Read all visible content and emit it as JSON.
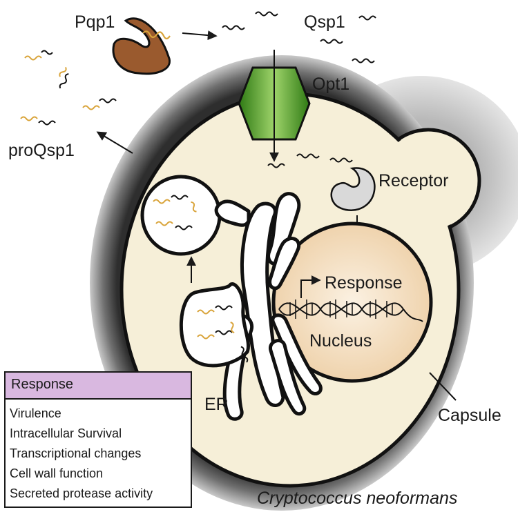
{
  "labels": {
    "pqp1": "Pqp1",
    "qsp1": "Qsp1",
    "opt1": "Opt1",
    "proqsp1": "proQsp1",
    "receptor": "Receptor",
    "response": "Response",
    "nucleus": "Nucleus",
    "er": "ER",
    "capsule": "Capsule",
    "species": "Cryptococcus neoformans"
  },
  "response_box": {
    "title": "Response",
    "items": [
      "Virulence",
      "Intracellular Survival",
      "Transcriptional changes",
      "Cell wall function",
      "Secreted protease activity"
    ]
  },
  "colors": {
    "capsule": "#4a4a4a",
    "bud_halo": "#c4c4c4",
    "cytoplasm": "#f6efd8",
    "nucleus": "#f3dfc4",
    "transporter": "#3c8c1e",
    "protease": "#9a5a2e",
    "receptor": "#d9d9d9",
    "peptide_propeptide": "#d9a43a",
    "response_header": "#d9b8e0"
  }
}
